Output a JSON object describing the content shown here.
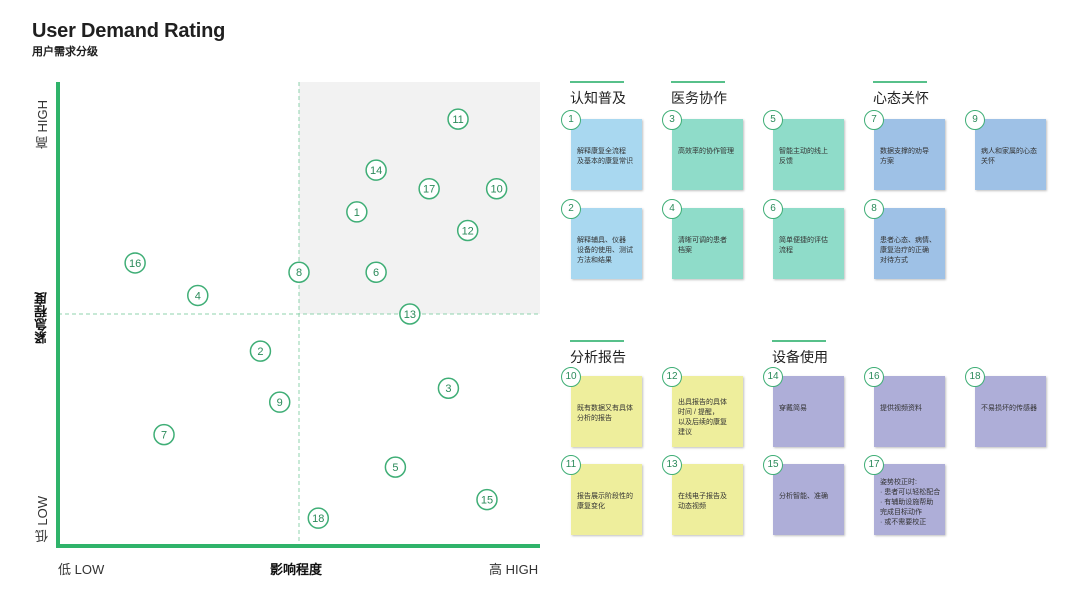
{
  "title": "User Demand Rating",
  "subtitle": "用户需求分级",
  "chart_data": {
    "type": "scatter",
    "xlabel": "影响程度",
    "ylabel": "紧急程度",
    "x_low_label": "低 LOW",
    "x_high_label": "高 HIGH",
    "y_low_label": "低 LOW",
    "y_high_label": "高 HIGH",
    "xlim": [
      0,
      100
    ],
    "ylim": [
      0,
      100
    ],
    "dividers": {
      "x": 50,
      "y": 50
    },
    "highlight_quadrant": "top-right",
    "colors": {
      "axis": "#2fb36a",
      "marker": "#3fae76",
      "quadrant": "#f2f2f2",
      "divider": "#8fd3ad"
    },
    "points": [
      {
        "label": "1",
        "x": 62,
        "y": 72
      },
      {
        "label": "2",
        "x": 42,
        "y": 42
      },
      {
        "label": "3",
        "x": 81,
        "y": 34
      },
      {
        "label": "4",
        "x": 29,
        "y": 54
      },
      {
        "label": "5",
        "x": 70,
        "y": 17
      },
      {
        "label": "6",
        "x": 66,
        "y": 59
      },
      {
        "label": "7",
        "x": 22,
        "y": 24
      },
      {
        "label": "8",
        "x": 50,
        "y": 59
      },
      {
        "label": "9",
        "x": 46,
        "y": 31
      },
      {
        "label": "10",
        "x": 91,
        "y": 77
      },
      {
        "label": "11",
        "x": 83,
        "y": 92
      },
      {
        "label": "12",
        "x": 85,
        "y": 68
      },
      {
        "label": "13",
        "x": 73,
        "y": 50
      },
      {
        "label": "14",
        "x": 66,
        "y": 81
      },
      {
        "label": "15",
        "x": 89,
        "y": 10
      },
      {
        "label": "16",
        "x": 16,
        "y": 61
      },
      {
        "label": "17",
        "x": 77,
        "y": 77
      },
      {
        "label": "18",
        "x": 54,
        "y": 6
      }
    ]
  },
  "categories": [
    {
      "name": "认知普及"
    },
    {
      "name": "医务协作"
    },
    {
      "name": "心态关怀"
    },
    {
      "name": "分析报告"
    },
    {
      "name": "设备使用"
    }
  ],
  "notes": [
    {
      "num": "1",
      "text": "解释康复全流程\n及基本的康复常识",
      "color": "#a9d8f0"
    },
    {
      "num": "2",
      "text": "解释辅具、仪器\n设备的使用、测试\n方法和结果",
      "color": "#a9d8f0"
    },
    {
      "num": "3",
      "text": "高效率的协作管理",
      "color": "#8fdcc9"
    },
    {
      "num": "4",
      "text": "清晰可调的患者\n档案",
      "color": "#8fdcc9"
    },
    {
      "num": "5",
      "text": "智能主动的线上\n反馈",
      "color": "#8fdcc9"
    },
    {
      "num": "6",
      "text": "简单便捷的评估\n流程",
      "color": "#8fdcc9"
    },
    {
      "num": "7",
      "text": "数据支撑的劝导\n方案",
      "color": "#9ec1e6"
    },
    {
      "num": "8",
      "text": "患者心态、病情、\n康复治疗的正确\n对待方式",
      "color": "#9ec1e6"
    },
    {
      "num": "9",
      "text": "病人和家属的心态\n关怀",
      "color": "#9ec1e6"
    },
    {
      "num": "10",
      "text": "既有数据又有具体\n分析的报告",
      "color": "#eeee9c"
    },
    {
      "num": "11",
      "text": "报告展示阶段性的\n康复变化",
      "color": "#eeee9c"
    },
    {
      "num": "12",
      "text": "出具报告的具体\n时间 / 提醒，\n以及后续的康复\n建议",
      "color": "#eeee9c"
    },
    {
      "num": "13",
      "text": "在线电子报告及\n动态视频",
      "color": "#eeee9c"
    },
    {
      "num": "14",
      "text": "穿戴简易",
      "color": "#aeaed8"
    },
    {
      "num": "15",
      "text": "分析智能、准确",
      "color": "#aeaed8"
    },
    {
      "num": "16",
      "text": "提供视频资料",
      "color": "#aeaed8"
    },
    {
      "num": "17",
      "text": "姿势校正时:\n· 患者可以轻松配合\n· 有辅助设施帮助\n  完成目标动作\n· 或不需要校正",
      "color": "#aeaed8"
    },
    {
      "num": "18",
      "text": "不易损坏的传感器",
      "color": "#aeaed8"
    }
  ]
}
